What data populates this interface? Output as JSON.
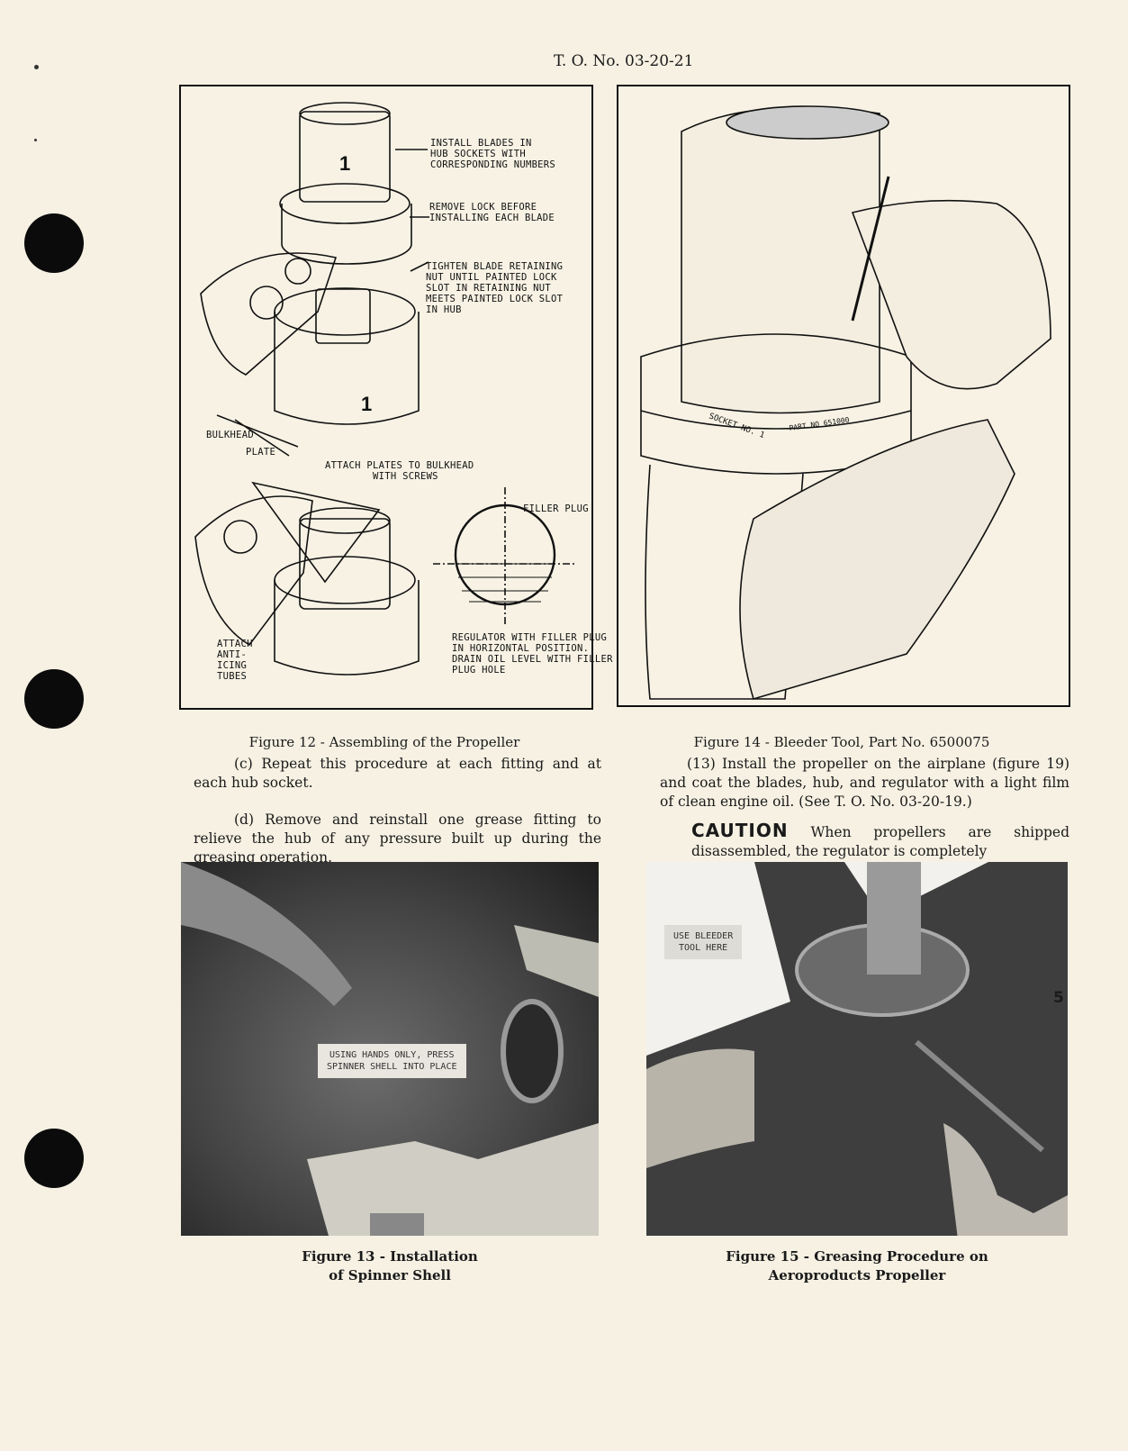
{
  "header": {
    "doc_number": "T. O. No. 03-20-21"
  },
  "page_number": "5",
  "figure12": {
    "caption": "Figure 12 - Assembling of the Propeller",
    "labels": {
      "install_blades": "INSTALL BLADES IN\nHUB SOCKETS WITH\nCORRESPONDING NUMBERS",
      "remove_lock": "REMOVE LOCK BEFORE\nINSTALLING EACH BLADE",
      "tighten": "TIGHTEN BLADE RETAINING\nNUT UNTIL PAINTED LOCK\nSLOT IN RETAINING NUT\nMEETS PAINTED LOCK SLOT\nIN HUB",
      "bulkhead": "BULKHEAD",
      "plate": "PLATE",
      "attach_plates": "ATTACH PLATES TO BULKHEAD\n        WITH SCREWS",
      "filler_plug": "FILLER PLUG",
      "regulator": "REGULATOR WITH FILLER PLUG\nIN HORIZONTAL POSITION.\nDRAIN OIL LEVEL WITH FILLER\nPLUG HOLE",
      "attach_anti_icing": "ATTACH\nANTI-\nICING\nTUBES",
      "number_upper": "1",
      "number_lower": "1"
    }
  },
  "figure14": {
    "caption": "Figure 14 - Bleeder Tool, Part No. 6500075",
    "labels": {
      "socket": "SOCKET NO. 1",
      "part": "PART NO 651000"
    }
  },
  "figure13": {
    "caption_line1": "Figure 13 - Installation",
    "caption_line2": "of Spinner Shell",
    "photo_label": "USING HANDS ONLY, PRESS\nSPINNER SHELL INTO PLACE"
  },
  "figure15": {
    "caption_line1": "Figure 15 - Greasing Procedure on",
    "caption_line2": "Aeroproducts Propeller",
    "photo_label": "USE BLEEDER\nTOOL HERE"
  },
  "left_text": {
    "para_c": "(c) Repeat this procedure at each fitting and at each hub socket.",
    "para_d": "(d) Remove and reinstall one grease fitting to relieve the hub of any pressure built up during the greasing operation."
  },
  "right_text": {
    "para_13": "(13) Install the propeller on the airplane (figure 19) and coat the blades, hub, and regulator with a light film of clean engine oil. (See T. O. No. 03-20-19.)",
    "caution_word": "CAUTION",
    "caution_text": "When propellers are shipped disassembled, the regulator is completely"
  }
}
